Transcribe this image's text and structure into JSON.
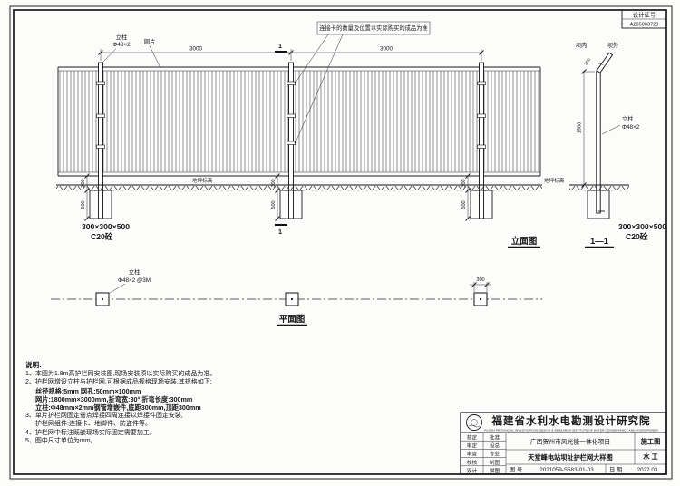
{
  "page": {
    "design_cert_label": "设计证号",
    "design_cert_no": "A235003720"
  },
  "elevation": {
    "title": "立面图",
    "post_label": "立柱",
    "post_spec": "Φ48×2",
    "mesh_label": "网片",
    "connector_note": "连接卡的数量及位置以实际购买的成品为准",
    "span_dim": "3000",
    "ground_label": "地坪标高",
    "dim_burial": "300",
    "dim_footing": "500",
    "footing_size": "300×300×500",
    "footing_material": "C20砼",
    "section_no": "1"
  },
  "section": {
    "title": "1—1",
    "inner_label": "坝内",
    "outer_label": "坝外",
    "arm_dim": "300",
    "height_dim": "1500",
    "post_label": "立柱",
    "post_spec": "Φ48×2",
    "ground_label": "地坪标高",
    "footing_size": "300×300×500",
    "footing_material": "C20砼"
  },
  "plan": {
    "title": "平面图",
    "post_label": "立柱",
    "post_spec": "Φ48×2 @3M",
    "dim_300": "300"
  },
  "notes": {
    "heading": "说明:",
    "lines": [
      "1、本图为1.8m高护栏网安装图,现场安装须以实际购买的成品为准。",
      "2、护栏网增设立柱与护栏网,可根据成品规格现场安装,其规格如下:",
      "丝径规格:5mm      网孔:50mm×100mm",
      "网片:1800mm×3000mm,折弯宽:30°,折弯长度:300mm",
      "立柱:Φ48mm×2mm钢管增嵌件,底距300mm,顶距300mm",
      "3、单片护栏网固定需点焊接四周连接以焊接件固定安装,",
      "护栏网组件:连接卡、地脚件、防盗件等。",
      "4、护栏网中标注既嵌现场实际固定需要加工。",
      "5、图中尺寸单位为mm。"
    ]
  },
  "titleblock": {
    "institute": "福建省水利水电勘测设计研究院",
    "institute_en": "FUJIAN PROVINCIAL INVESTIGATION DESIGN & RESEARCH INSTITUTE OF WATER CONSERVANCY AND HYDROPOWER",
    "stage": "施工图",
    "specialty": "水 工",
    "project": "广西贺州市风光能一体化项目",
    "drawing": "天堂峰电站坝址护栏网大样图",
    "fig_label": "图 号",
    "fig_no": "2021059-S583-01-03",
    "date_label": "日 期",
    "date": "2022.03",
    "roles_col1": [
      "核定",
      "审定",
      "审查",
      "校核",
      "设计"
    ],
    "roles_col2": [
      "批准",
      "设总",
      "专业",
      "制图",
      "描图"
    ]
  }
}
